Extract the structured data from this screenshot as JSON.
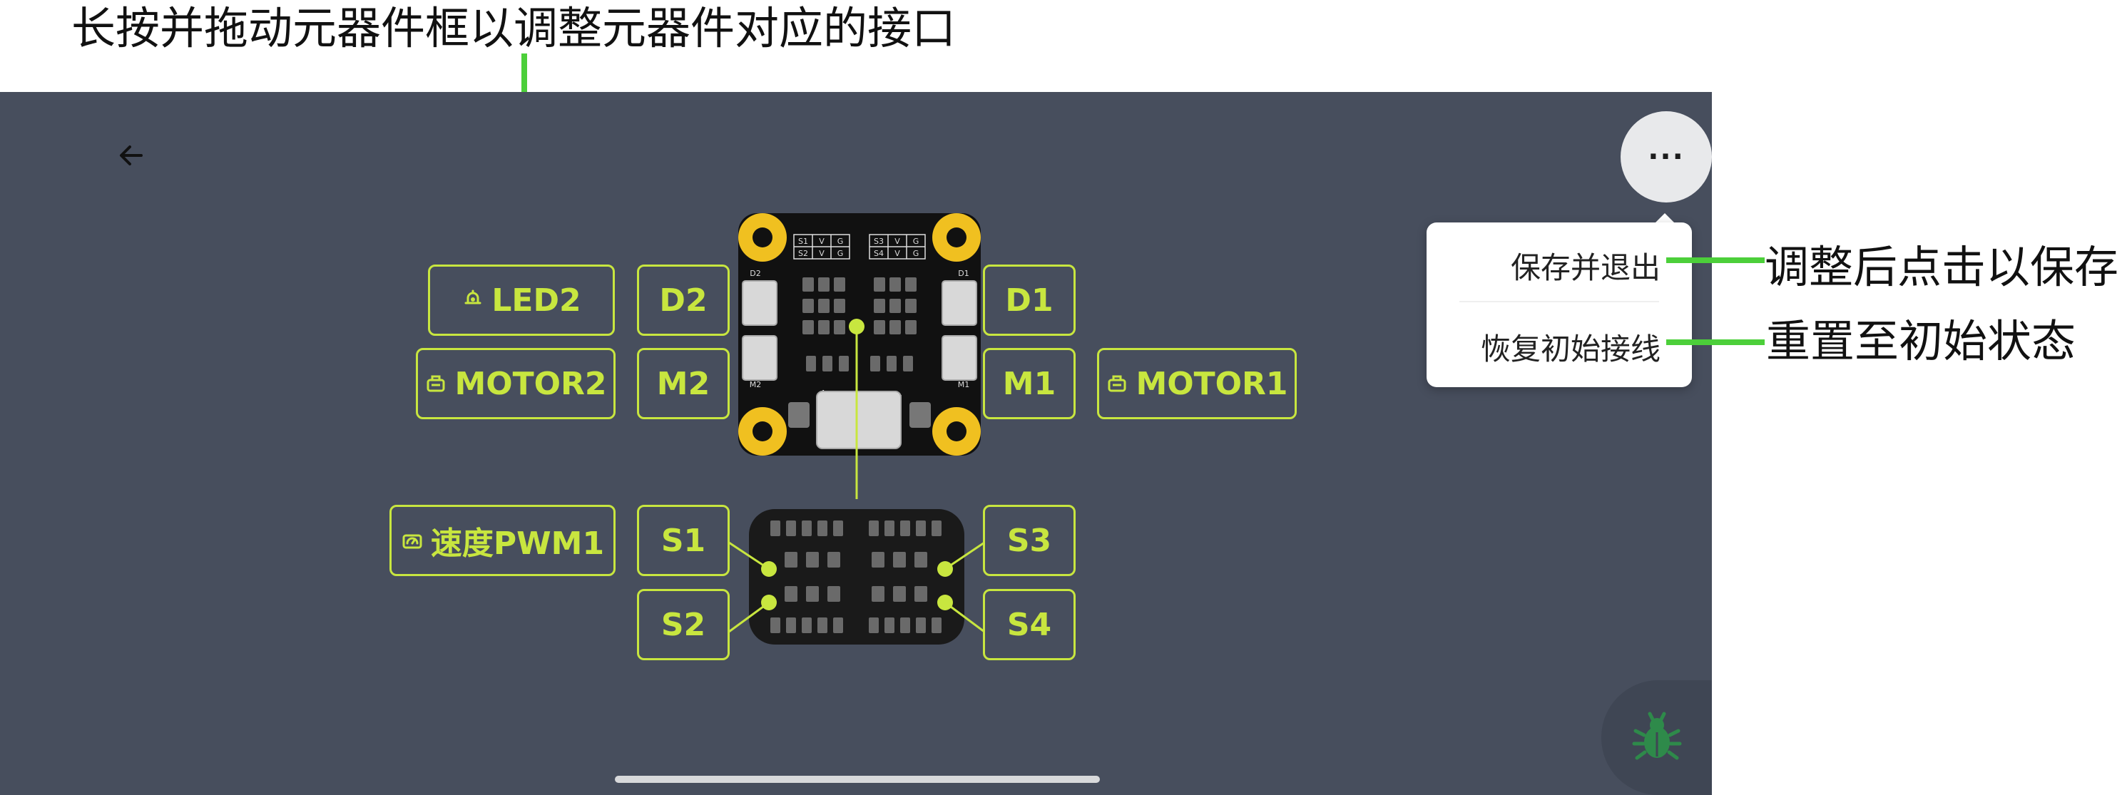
{
  "annotations": {
    "top": "长按并拖动元器件框以调整元器件对应的接口",
    "save_hint": "调整后点击以保存",
    "reset_hint": "重置至初始状态"
  },
  "app": {
    "back_icon": "arrow-left-icon",
    "more_label": "···",
    "menu": {
      "items": [
        {
          "label": "保存并退出"
        },
        {
          "label": "恢复初始接线"
        }
      ]
    },
    "board": {
      "silk": {
        "d2": "D2",
        "d1": "D1",
        "m2": "M2",
        "m1": "M1",
        "plus": "+",
        "minus": "-",
        "row1": [
          "S1",
          "V",
          "G"
        ],
        "row2": [
          "S2",
          "V",
          "G"
        ],
        "row3": [
          "S3",
          "V",
          "G"
        ],
        "row4": [
          "S4",
          "V",
          "G"
        ]
      }
    },
    "components": {
      "led2": {
        "label": "LED2",
        "icon": "led-icon"
      },
      "motor2": {
        "label": "MOTOR2",
        "icon": "motor-icon"
      },
      "motor1": {
        "label": "MOTOR1",
        "icon": "motor-icon"
      },
      "speed_pwm1": {
        "label": "速度PWM1",
        "icon": "speed-icon"
      }
    },
    "ports": {
      "d2": "D2",
      "d1": "D1",
      "m2": "M2",
      "m1": "M1",
      "s1": "S1",
      "s2": "S2",
      "s3": "S3",
      "s4": "S4"
    },
    "debug_icon": "bug-icon",
    "colors": {
      "background": "#474e5d",
      "accent": "#c8e63f",
      "annotation_line": "#4ccf3a",
      "board": "#111111",
      "gold": "#f0c020"
    }
  }
}
